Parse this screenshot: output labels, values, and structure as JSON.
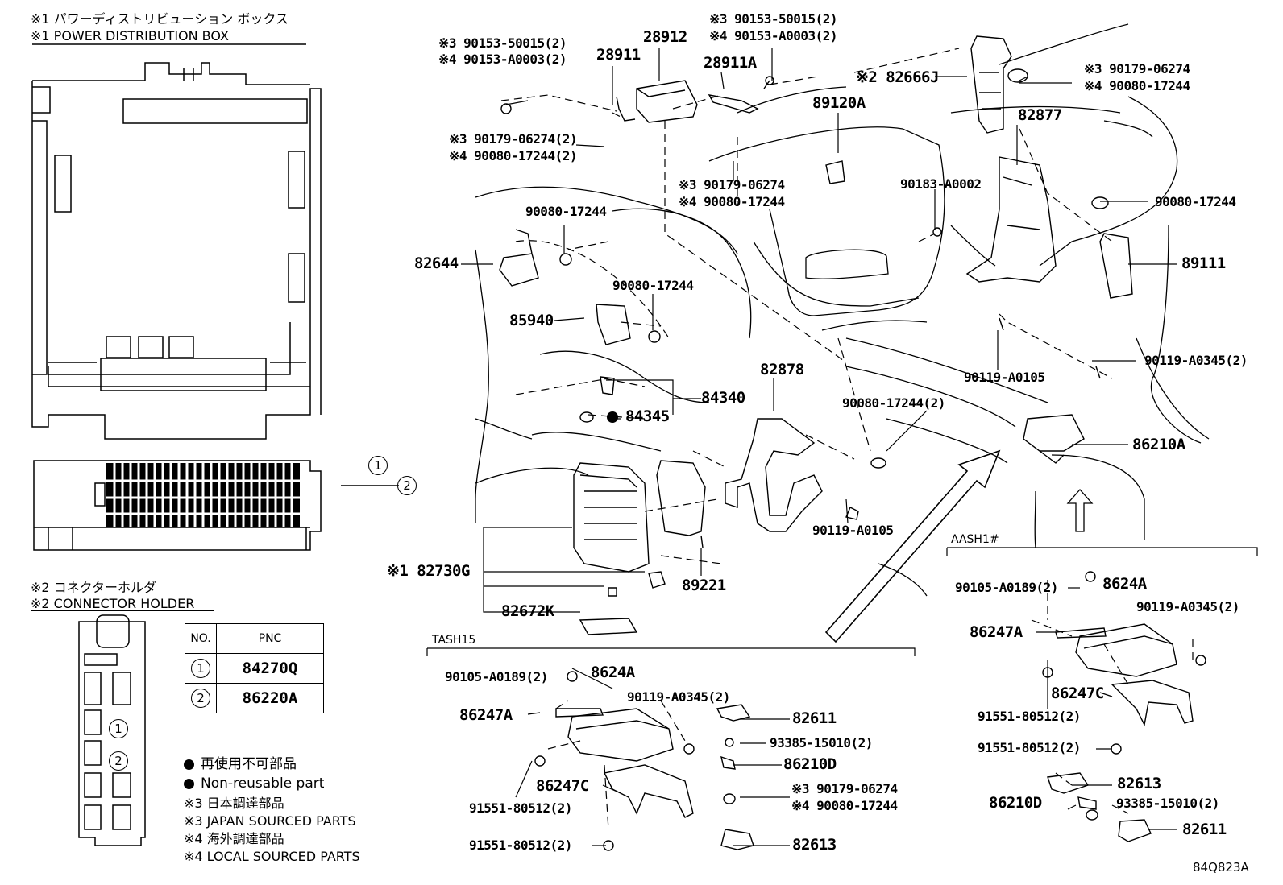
{
  "pdb": {
    "title_jp": "※1 パワーディストリビューション ボックス",
    "title_en": "※1 POWER DISTRIBUTION BOX"
  },
  "holder": {
    "title_jp": "※2 コネクターホルダ",
    "title_en": "※2 CONNECTOR HOLDER"
  },
  "circles": [
    "1",
    "2"
  ],
  "table": {
    "headers": [
      "NO.",
      "PNC"
    ],
    "rows": [
      {
        "no": "1",
        "pnc": "84270Q"
      },
      {
        "no": "2",
        "pnc": "86220A"
      }
    ]
  },
  "legend": {
    "nonreuse_jp": "再使用不可部品",
    "nonreuse_en": "Non-reusable part",
    "n3_jp": "※3 日本調達部品",
    "n3_en": "※3 JAPAN SOURCED PARTS",
    "n4_jp": "※4 海外調達部品",
    "n4_en": "※4 LOCAL SOURCED PARTS"
  },
  "sections": {
    "tash": "TASH15",
    "aash": "AASH1#"
  },
  "figure_id": "84Q823A",
  "parts": {
    "p1a": "※3 90153-50015(2)",
    "p1b": "※4 90153-A0003(2)",
    "p2": "28911",
    "p3": "28912",
    "p4": "28911A",
    "p5a": "※3 90153-50015(2)",
    "p5b": "※4 90153-A0003(2)",
    "p6": "※2 82666J",
    "p7a": "※3 90179-06274",
    "p7b": "※4 90080-17244",
    "p8": "89120A",
    "p9": "82877",
    "p10a": "※3 90179-06274(2)",
    "p10b": "※4 90080-17244(2)",
    "p11a": "※3 90179-06274",
    "p11b": "※4 90080-17244",
    "p12": "90183-A0002",
    "p13": "90080-17244",
    "p14": "90080-17244",
    "p15": "82644",
    "p16": "89111",
    "p17": "90080-17244",
    "p18": "85940",
    "p19": "90119-A0345(2)",
    "p20": "90119-A0105",
    "p21": "82878",
    "p22": "84340",
    "p23": "84345",
    "p24": "90080-17244(2)",
    "p25": "86210A",
    "p26": "90119-A0105",
    "p27": "※1 82730G",
    "p28": "89221",
    "p29": "82672K",
    "t1": "90105-A0189(2)",
    "t2": "8624A",
    "t3": "90119-A0345(2)",
    "t4": "86247A",
    "t5": "82611",
    "t6": "93385-15010(2)",
    "t7": "86210D",
    "t8": "86247C",
    "t9a": "※3 90179-06274",
    "t9b": "※4 90080-17244",
    "t10": "91551-80512(2)",
    "t11": "91551-80512(2)",
    "t12": "82613",
    "a1": "90105-A0189(2)",
    "a2": "8624A",
    "a3": "90119-A0345(2)",
    "a4": "86247A",
    "a5": "86247C",
    "a6": "91551-80512(2)",
    "a7": "91551-80512(2)",
    "a8": "82613",
    "a9": "86210D",
    "a10": "93385-15010(2)",
    "a11": "82611"
  }
}
